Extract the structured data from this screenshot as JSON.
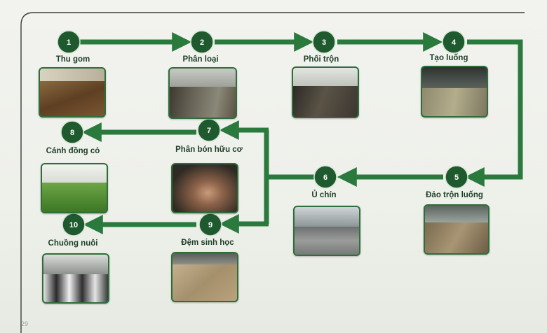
{
  "steps": [
    {
      "num": "1",
      "label": "Thu   gom"
    },
    {
      "num": "2",
      "label": "Phân loại"
    },
    {
      "num": "3",
      "label": "Phối trộn"
    },
    {
      "num": "4",
      "label": "Tạo luống"
    },
    {
      "num": "5",
      "label": "Đảo  trộn luống"
    },
    {
      "num": "6",
      "label": "Ủ chín"
    },
    {
      "num": "7",
      "label": "Phân bón hữu cơ"
    },
    {
      "num": "8",
      "label": "Cánh đồng cỏ"
    },
    {
      "num": "9",
      "label": "Đệm sinh học"
    },
    {
      "num": "10",
      "label": "Chuồng nuôi"
    }
  ],
  "colors": {
    "circle": "#1f5a2e",
    "arrow": "#2b7a3d",
    "frame": "#3a3f3a"
  },
  "page_number": "29"
}
